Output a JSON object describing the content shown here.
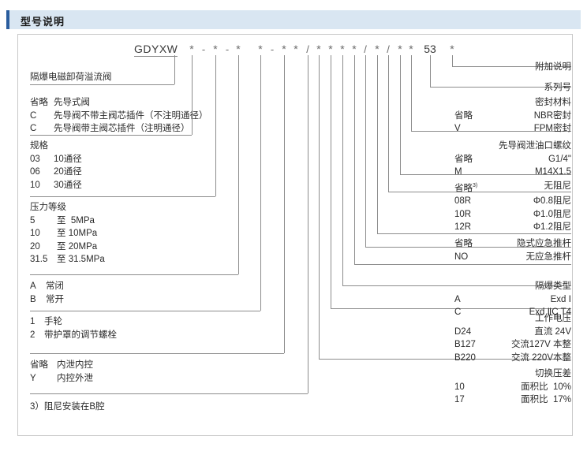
{
  "header": {
    "title": "型号说明"
  },
  "model": {
    "prefix": "GDYXW",
    "series_number_text": "53",
    "tokens": [
      "*",
      "-",
      "*",
      "-",
      "*",
      "*",
      "-",
      "*",
      "*",
      "/",
      "*",
      "*",
      "*",
      "*",
      "/",
      "*",
      "/",
      "*",
      "*",
      "53",
      "*"
    ]
  },
  "left_groups": [
    {
      "name": "product-name",
      "lines": [
        {
          "code": "",
          "desc": "隔爆电磁卸荷溢流阀"
        }
      ]
    },
    {
      "name": "pilot-type",
      "lines": [
        {
          "code": "省略",
          "desc": "先导式阀"
        },
        {
          "code": "C",
          "desc": "先导阀不带主阀芯插件（不注明通径）"
        },
        {
          "code": "C",
          "desc": "先导阀带主阀芯插件（注明通径）"
        }
      ]
    },
    {
      "name": "size-spec",
      "title": "规格",
      "lines": [
        {
          "code": "03",
          "desc": "10通径"
        },
        {
          "code": "06",
          "desc": "20通径"
        },
        {
          "code": "10",
          "desc": "30通径"
        }
      ]
    },
    {
      "name": "pressure-rating",
      "title": "压力等级",
      "lines": [
        {
          "code": "5",
          "desc": "至  5MPa"
        },
        {
          "code": "10",
          "desc": "至 10MPa"
        },
        {
          "code": "20",
          "desc": "至 20MPa"
        },
        {
          "code": "31.5",
          "desc": "至 31.5MPa"
        }
      ]
    },
    {
      "name": "valve-state",
      "lines": [
        {
          "code": "A",
          "desc": "常闭"
        },
        {
          "code": "B",
          "desc": "常开"
        }
      ]
    },
    {
      "name": "adjust-type",
      "lines": [
        {
          "code": "1",
          "desc": "手轮"
        },
        {
          "code": "2",
          "desc": "带护罩的调节螺栓"
        }
      ]
    },
    {
      "name": "drain-control",
      "lines": [
        {
          "code": "省略",
          "desc": "内泄内控"
        },
        {
          "code": "Y",
          "desc": "内控外泄"
        }
      ]
    }
  ],
  "footnote": "3）阻尼安装在B腔",
  "right_groups": [
    {
      "name": "additional-note",
      "title": "附加说明",
      "lines": []
    },
    {
      "name": "series-number",
      "title": "系列号",
      "lines": []
    },
    {
      "name": "seal-material",
      "title": "密封材料",
      "lines": [
        {
          "code": "省略",
          "desc": "NBR密封"
        },
        {
          "code": "V",
          "desc": "FPM密封"
        }
      ]
    },
    {
      "name": "pilot-drain-thread",
      "title": "先导阀泄油口螺纹",
      "lines": [
        {
          "code": "省略",
          "desc": "G1/4\""
        },
        {
          "code": "M",
          "desc": "M14X1.5"
        }
      ]
    },
    {
      "name": "damping-orifice",
      "title": "",
      "lines": [
        {
          "code": "省略",
          "sup": "3)",
          "desc": "无阻尼"
        },
        {
          "code": "08R",
          "desc": "Φ0.8阻尼"
        },
        {
          "code": "10R",
          "desc": "Φ1.0阻尼"
        },
        {
          "code": "12R",
          "desc": "Φ1.2阻尼"
        }
      ]
    },
    {
      "name": "emergency-push-rod",
      "title": "",
      "lines": [
        {
          "code": "省略",
          "desc": "隐式应急推杆"
        },
        {
          "code": "NO",
          "desc": "无应急推杆"
        }
      ]
    },
    {
      "name": "explosion-proof-type",
      "title": "隔爆类型",
      "lines": [
        {
          "code": "A",
          "desc": "Exd Ⅰ"
        },
        {
          "code": "C",
          "desc": "Exd ⅡC T4"
        }
      ]
    },
    {
      "name": "working-voltage",
      "title": "工作电压",
      "lines": [
        {
          "code": "D24",
          "desc": "直流 24V"
        },
        {
          "code": "B127",
          "desc": "交流127V 本整"
        },
        {
          "code": "B220",
          "desc": "交流 220V本整"
        }
      ]
    },
    {
      "name": "switching-pressure-diff",
      "title": "切换压差",
      "lines": [
        {
          "code": "10",
          "desc": "面积比  10%"
        },
        {
          "code": "17",
          "desc": "面积比  17%"
        }
      ]
    }
  ],
  "colors": {
    "header_bg": "#d9e6f2",
    "header_accent": "#2a5d9e",
    "line": "#8c8c8c",
    "text": "#2b2b2b"
  }
}
